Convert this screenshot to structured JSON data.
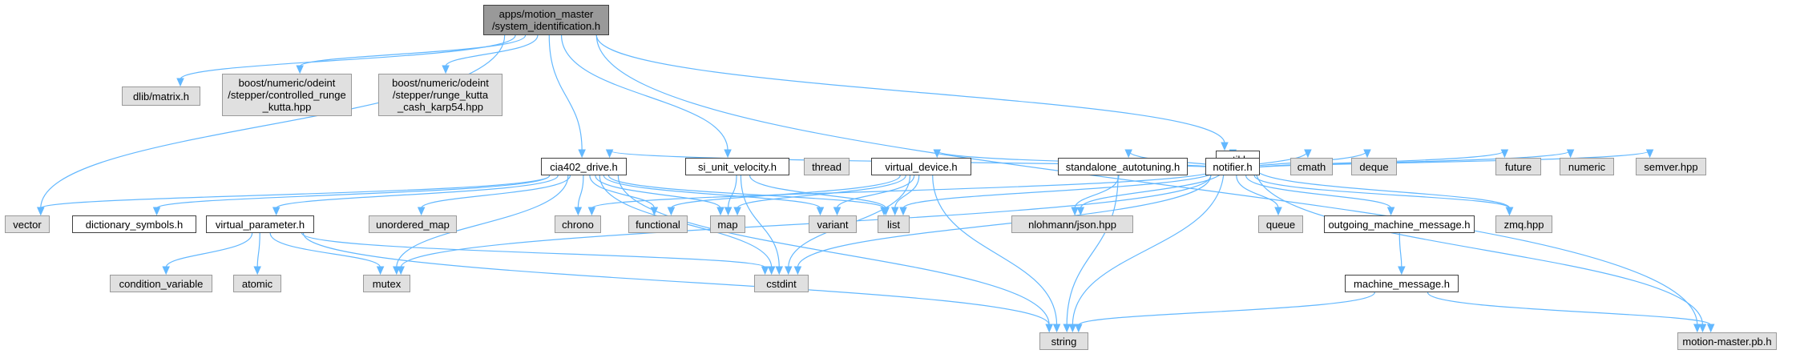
{
  "graph": {
    "nodes": [
      {
        "id": "root",
        "label": "apps/motion_master\n/system_identification.h",
        "kind": "root"
      },
      {
        "id": "dlib",
        "label": "dlib/matrix.h",
        "kind": "external"
      },
      {
        "id": "boost1",
        "label": "boost/numeric/odeint\n/stepper/controlled_runge\n_kutta.hpp",
        "kind": "external"
      },
      {
        "id": "boost2",
        "label": "boost/numeric/odeint\n/stepper/runge_kutta\n_cash_karp54.hpp",
        "kind": "external"
      },
      {
        "id": "util",
        "label": "util.h",
        "kind": "local"
      },
      {
        "id": "cia402",
        "label": "cia402_drive.h",
        "kind": "local"
      },
      {
        "id": "siunit",
        "label": "si_unit_velocity.h",
        "kind": "local"
      },
      {
        "id": "thread",
        "label": "thread",
        "kind": "external"
      },
      {
        "id": "vdev",
        "label": "virtual_device.h",
        "kind": "local"
      },
      {
        "id": "stand",
        "label": "standalone_autotuning.h",
        "kind": "local"
      },
      {
        "id": "notifier",
        "label": "notifier.h",
        "kind": "local"
      },
      {
        "id": "cmath",
        "label": "cmath",
        "kind": "external"
      },
      {
        "id": "deque",
        "label": "deque",
        "kind": "external"
      },
      {
        "id": "future",
        "label": "future",
        "kind": "external"
      },
      {
        "id": "numeric",
        "label": "numeric",
        "kind": "external"
      },
      {
        "id": "semver",
        "label": "semver.hpp",
        "kind": "external"
      },
      {
        "id": "vector",
        "label": "vector",
        "kind": "external"
      },
      {
        "id": "dict",
        "label": "dictionary_symbols.h",
        "kind": "local"
      },
      {
        "id": "vparam",
        "label": "virtual_parameter.h",
        "kind": "local"
      },
      {
        "id": "umap",
        "label": "unordered_map",
        "kind": "external"
      },
      {
        "id": "chrono",
        "label": "chrono",
        "kind": "external"
      },
      {
        "id": "functional",
        "label": "functional",
        "kind": "external"
      },
      {
        "id": "map",
        "label": "map",
        "kind": "external"
      },
      {
        "id": "variant",
        "label": "variant",
        "kind": "external"
      },
      {
        "id": "list",
        "label": "list",
        "kind": "external"
      },
      {
        "id": "json",
        "label": "nlohmann/json.hpp",
        "kind": "external"
      },
      {
        "id": "queue",
        "label": "queue",
        "kind": "external"
      },
      {
        "id": "outgoing",
        "label": "outgoing_machine_message.h",
        "kind": "local"
      },
      {
        "id": "zmq",
        "label": "zmq.hpp",
        "kind": "external"
      },
      {
        "id": "condvar",
        "label": "condition_variable",
        "kind": "external"
      },
      {
        "id": "atomic",
        "label": "atomic",
        "kind": "external"
      },
      {
        "id": "mutex",
        "label": "mutex",
        "kind": "external"
      },
      {
        "id": "cstdint",
        "label": "cstdint",
        "kind": "external"
      },
      {
        "id": "machmsg",
        "label": "machine_message.h",
        "kind": "local"
      },
      {
        "id": "string",
        "label": "string",
        "kind": "external"
      },
      {
        "id": "mmpb",
        "label": "motion-master.pb.h",
        "kind": "external"
      }
    ],
    "edges": [
      [
        "root",
        "dlib"
      ],
      [
        "root",
        "boost1"
      ],
      [
        "root",
        "boost2"
      ],
      [
        "root",
        "vector"
      ],
      [
        "root",
        "cia402"
      ],
      [
        "root",
        "siunit"
      ],
      [
        "root",
        "util"
      ],
      [
        "root",
        "mmpb"
      ],
      [
        "util",
        "cia402"
      ],
      [
        "util",
        "chrono"
      ],
      [
        "util",
        "vdev"
      ],
      [
        "util",
        "stand"
      ],
      [
        "util",
        "notifier"
      ],
      [
        "util",
        "cmath"
      ],
      [
        "util",
        "deque"
      ],
      [
        "util",
        "future"
      ],
      [
        "util",
        "numeric"
      ],
      [
        "util",
        "semver"
      ],
      [
        "util",
        "list"
      ],
      [
        "util",
        "json"
      ],
      [
        "util",
        "zmq"
      ],
      [
        "util",
        "string"
      ],
      [
        "util",
        "mmpb"
      ],
      [
        "cia402",
        "vector"
      ],
      [
        "cia402",
        "dict"
      ],
      [
        "cia402",
        "vparam"
      ],
      [
        "cia402",
        "umap"
      ],
      [
        "cia402",
        "chrono"
      ],
      [
        "cia402",
        "functional"
      ],
      [
        "cia402",
        "map"
      ],
      [
        "cia402",
        "variant"
      ],
      [
        "cia402",
        "list"
      ],
      [
        "cia402",
        "mutex"
      ],
      [
        "cia402",
        "cstdint"
      ],
      [
        "cia402",
        "string"
      ],
      [
        "siunit",
        "map"
      ],
      [
        "siunit",
        "list"
      ],
      [
        "siunit",
        "cstdint"
      ],
      [
        "vdev",
        "functional"
      ],
      [
        "vdev",
        "map"
      ],
      [
        "vdev",
        "variant"
      ],
      [
        "vdev",
        "list"
      ],
      [
        "vdev",
        "cstdint"
      ],
      [
        "vdev",
        "string"
      ],
      [
        "stand",
        "json"
      ],
      [
        "stand",
        "string"
      ],
      [
        "notifier",
        "queue"
      ],
      [
        "notifier",
        "outgoing"
      ],
      [
        "notifier",
        "zmq"
      ],
      [
        "notifier",
        "mutex"
      ],
      [
        "notifier",
        "cstdint"
      ],
      [
        "vparam",
        "condvar"
      ],
      [
        "vparam",
        "atomic"
      ],
      [
        "vparam",
        "mutex"
      ],
      [
        "vparam",
        "cstdint"
      ],
      [
        "vparam",
        "string"
      ],
      [
        "outgoing",
        "machmsg"
      ],
      [
        "machmsg",
        "string"
      ],
      [
        "machmsg",
        "mmpb"
      ]
    ]
  }
}
